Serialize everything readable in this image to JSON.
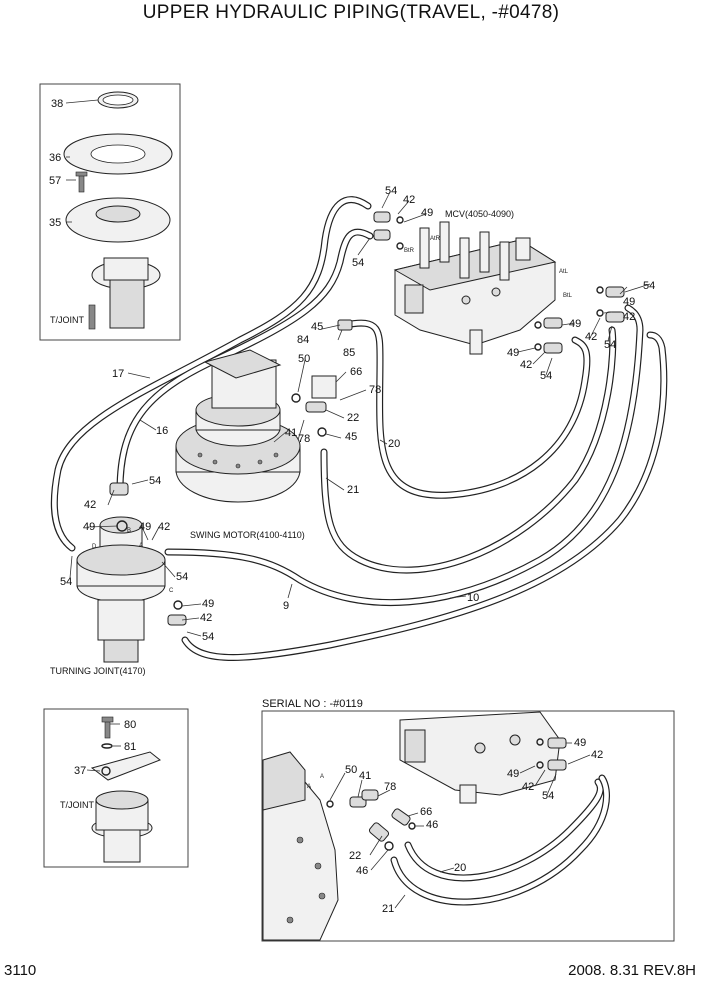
{
  "title": "UPPER HYDRAULIC PIPING(TRAVEL, -#0478)",
  "page_number": "3110",
  "revision": "2008. 8.31 REV.8H",
  "serial_note": "SERIAL NO : -#0119",
  "labels": {
    "mcv": "MCV(4050-4090)",
    "swing_motor": "SWING MOTOR(4100-4110)",
    "turning_joint": "TURNING JOINT(4170)",
    "t_joint_top": "T/JOINT",
    "t_joint_bottom": "T/JOINT"
  },
  "port_marks": {
    "atr": "AtR",
    "btr": "BtR",
    "atl": "AtL",
    "btl": "BtL",
    "a1": "A",
    "b1": "B",
    "c1": "C",
    "d1": "D",
    "a2": "A",
    "a3": "A"
  },
  "callouts": {
    "c38": "38",
    "c36": "36",
    "c57": "57",
    "c35": "35",
    "c54a": "54",
    "c42a": "42",
    "c49a": "49",
    "c54b": "54",
    "c54c": "54",
    "c42b": "42",
    "c49b": "49",
    "c49c": "49",
    "c42c": "42",
    "c54d": "54",
    "c45a": "45",
    "c84": "84",
    "c85": "85",
    "c50a": "50",
    "c66a": "66",
    "c78a": "78",
    "c22a": "22",
    "c41a": "41",
    "c78b": "78",
    "c45b": "45",
    "c21a": "21",
    "c20a": "20",
    "c17": "17",
    "c16": "16",
    "c54e": "54",
    "c42d": "42",
    "c49d": "49",
    "c49e": "49",
    "c42e": "42",
    "c54f": "54",
    "c54g": "54",
    "c49f": "49",
    "c42f": "42",
    "c54h": "54",
    "c9": "9",
    "c10": "10",
    "c80": "80",
    "c81": "81",
    "c37": "37",
    "c50b": "50",
    "c41b": "41",
    "c78c": "78",
    "c66b": "66",
    "c46a": "46",
    "c22b": "22",
    "c46b": "46",
    "c20b": "20",
    "c21b": "21",
    "c49g": "49",
    "c42g": "42",
    "c49h": "49",
    "c42h": "42",
    "c54i": "54"
  }
}
